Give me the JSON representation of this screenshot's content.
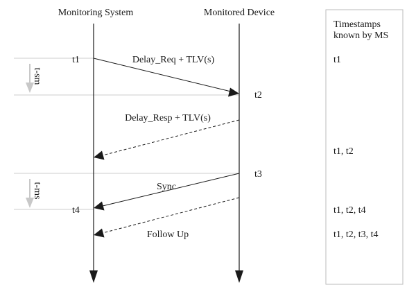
{
  "participants": {
    "left": "Monitoring System",
    "right": "Monitored Device"
  },
  "known_box": {
    "title_line1": "Timestamps",
    "title_line2": "known by MS"
  },
  "timestamps": {
    "t1": "t1",
    "t2": "t2",
    "t3": "t3",
    "t4": "t4"
  },
  "messages": {
    "delay_req": "Delay_Req + TLV(s)",
    "delay_resp": "Delay_Resp + TLV(s)",
    "sync": "Sync",
    "follow_up": "Follow Up"
  },
  "intervals": {
    "t_sm": "t-sm",
    "t_ms": "t-ms"
  },
  "known_lists": [
    "t1",
    "t1, t2",
    "t1, t2, t4",
    "t1, t2, t3, t4"
  ],
  "colors": {
    "line": "#1a1a1a",
    "guide": "#cccccc",
    "interval_arrow": "#c8c8c8",
    "box_border": "#bbbbbb"
  }
}
